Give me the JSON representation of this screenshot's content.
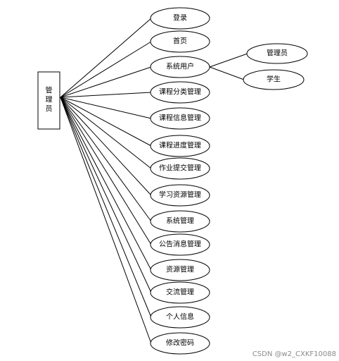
{
  "diagram": {
    "root": {
      "label": [
        "管",
        "理",
        "员"
      ]
    },
    "functions": [
      {
        "label": "登录"
      },
      {
        "label": "首页"
      },
      {
        "label": "系统用户"
      },
      {
        "label": "课程分类管理"
      },
      {
        "label": "课程信息管理"
      },
      {
        "label": "课程进度管理"
      },
      {
        "label": "作业提交管理"
      },
      {
        "label": "学习资源管理"
      },
      {
        "label": "系统管理"
      },
      {
        "label": "公告消息管理"
      },
      {
        "label": "资源管理"
      },
      {
        "label": "交流管理"
      },
      {
        "label": "个人信息"
      },
      {
        "label": "修改密码"
      }
    ],
    "sub_functions": [
      {
        "parent": "系统用户",
        "label": "管理员"
      },
      {
        "parent": "系统用户",
        "label": "学生"
      }
    ]
  },
  "watermark": "CSDN @w2_CXKF10088"
}
